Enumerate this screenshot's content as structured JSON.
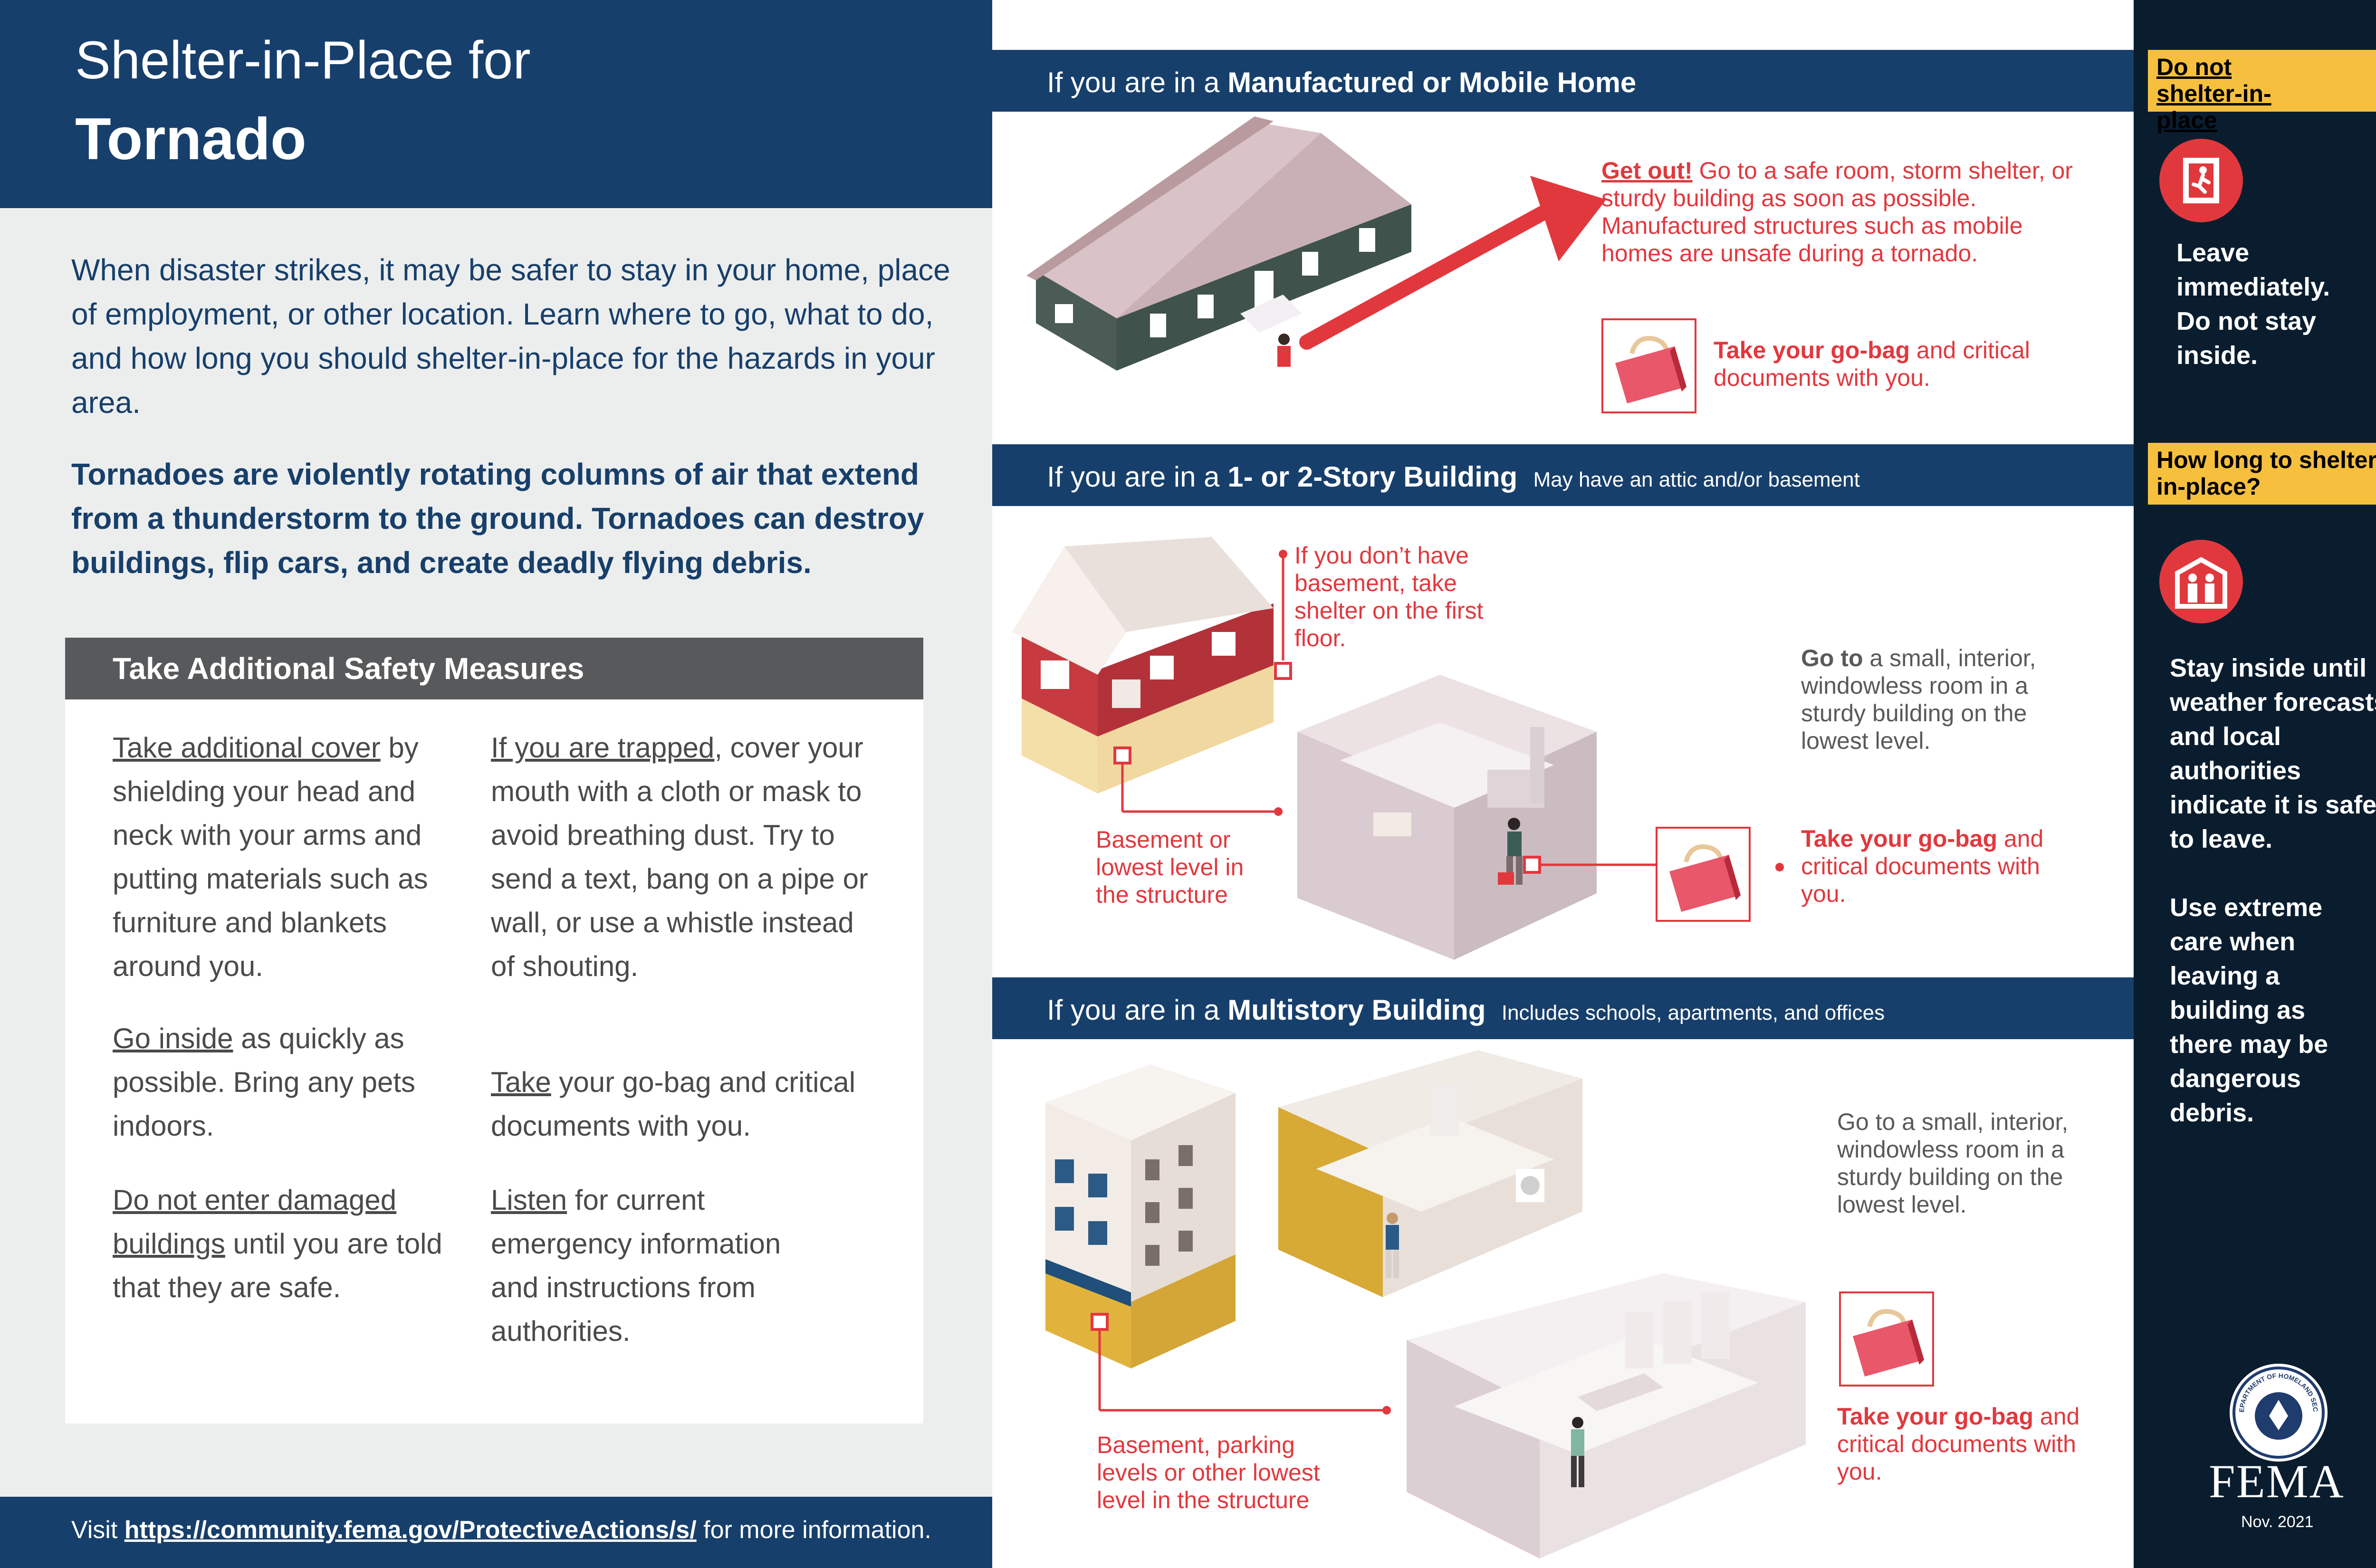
{
  "header": {
    "title_line1": "Shelter-in-Place for",
    "title_line2": "Tornado"
  },
  "intro": "When disaster strikes, it may be safer to stay in your home, place of employment, or other location. Learn where to go, what to do, and how long you should shelter-in-place for the hazards in your area.",
  "tornado_definition": "Tornadoes are violently rotating columns of air that extend from a thunderstorm to the ground. Tornadoes can destroy buildings, flip cars, and create deadly flying debris.",
  "safety": {
    "title": "Take Additional Safety Measures",
    "m1_u": "Take additional cover",
    "m1_rest": " by shielding your head and neck with your arms and putting materials such as furniture and blankets around you.",
    "m2_u": "Go inside",
    "m2_rest": " as quickly as possible. Bring any pets indoors.",
    "m3_u": "Do not enter damaged buildings",
    "m3_rest": " until you are told that they are safe.",
    "m4_u": "If you are trapped",
    "m4_rest": ", cover your mouth with a cloth or mask to avoid breathing dust. Try to send a text, bang on a pipe or wall, or use a whistle instead of shouting.",
    "m5_u": "Take",
    "m5_rest": " your go-bag and critical documents with you.",
    "m6_u": "Listen",
    "m6_rest": " for current emergency information and instructions from authorities."
  },
  "footer": {
    "prefix": "Visit ",
    "link": "https://community.fema.gov/ProtectiveActions/s/",
    "suffix": " for more information."
  },
  "sections": {
    "mobile": {
      "prefix": "If you are in a ",
      "bold": "Manufactured or Mobile Home",
      "getout_u": "Get out!",
      "getout_rest": " Go to a safe room, storm shelter, or sturdy building as soon as possible. Manufactured structures such as mobile homes are unsafe during a tornado.",
      "bag_bold": "Take your go-bag",
      "bag_rest": " and critical documents with you."
    },
    "story": {
      "prefix": "If you are in a ",
      "bold": "1- or 2-Story Building",
      "sub": "May have an attic and/or basement",
      "no_basement": "If you don’t have basement, take shelter on the first floor.",
      "basement": "Basement or lowest level in the structure",
      "goto_bold": "Go to",
      "goto_rest": " a small, interior, windowless room in a sturdy building on the lowest level.",
      "bag_bold": "Take your go-bag",
      "bag_rest": " and critical documents with you."
    },
    "multi": {
      "prefix": "If you are in a ",
      "bold": "Multistory Building",
      "sub": "Includes schools, apartments, and offices",
      "goto": "Go to a small, interior, windowless room in a sturdy building on the lowest level.",
      "basement": "Basement, parking levels or other lowest level in the structure",
      "bag_bold": "Take your go-bag",
      "bag_rest": " and critical documents with you."
    }
  },
  "right": {
    "head1": "Do not shelter-in-place",
    "leave": "Leave immediately. Do not stay inside.",
    "head2": "How long to shelter-in-place?",
    "stay": "Stay inside until weather forecasts and local authorities indicate it is safe to leave.",
    "care": "Use extreme care when leaving a building as there may be dangerous debris.",
    "seal_text": "U.S. DEPARTMENT OF HOMELAND SECURITY",
    "fema": "FEMA",
    "date": "Nov. 2021"
  },
  "colors": {
    "navy": "#173f6b",
    "red": "#e1383e",
    "yellow": "#f6c03e",
    "dark": "#0a1d2f",
    "gray": "#58595b"
  }
}
